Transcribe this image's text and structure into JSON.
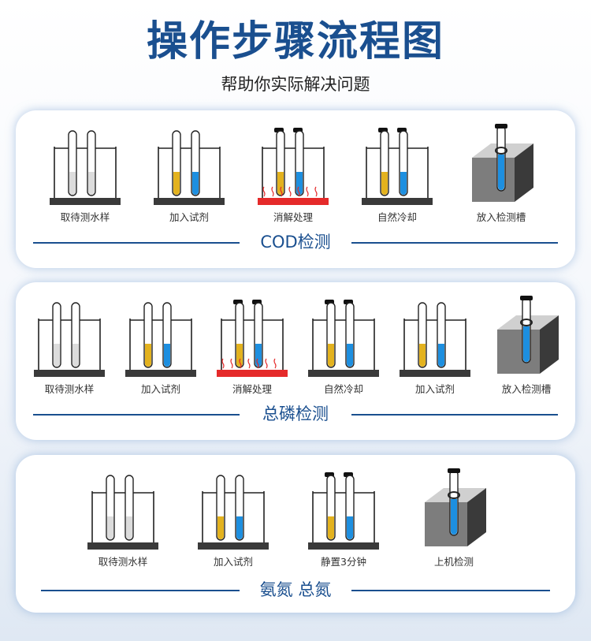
{
  "title": "操作步骤流程图",
  "subtitle": "帮助你实际解决问题",
  "colors": {
    "brand": "#1a4f8f",
    "yellow": "#e3b21e",
    "blue": "#1d8fe0",
    "heater": "#e52a2a",
    "base": "#3a3a3a",
    "block": "#555555"
  },
  "sections": [
    {
      "title": "COD检测",
      "steps": [
        {
          "label": "取待测水样",
          "kind": "water"
        },
        {
          "label": "加入试剂",
          "kind": "reagent"
        },
        {
          "label": "消解处理",
          "kind": "heat"
        },
        {
          "label": "自然冷却",
          "kind": "cool"
        },
        {
          "label": "放入检测槽",
          "kind": "detect"
        }
      ]
    },
    {
      "title": "总磷检测",
      "steps": [
        {
          "label": "取待测水样",
          "kind": "water"
        },
        {
          "label": "加入试剂",
          "kind": "reagent"
        },
        {
          "label": "消解处理",
          "kind": "heat"
        },
        {
          "label": "自然冷却",
          "kind": "cool"
        },
        {
          "label": "加入试剂",
          "kind": "reagent"
        },
        {
          "label": "放入检测槽",
          "kind": "detect"
        }
      ]
    },
    {
      "title": "氨氮 总氮",
      "steps": [
        {
          "label": "取待测水样",
          "kind": "water"
        },
        {
          "label": "加入试剂",
          "kind": "reagent"
        },
        {
          "label": "静置3分钟",
          "kind": "cool"
        },
        {
          "label": "上机检测",
          "kind": "detect"
        }
      ]
    }
  ]
}
